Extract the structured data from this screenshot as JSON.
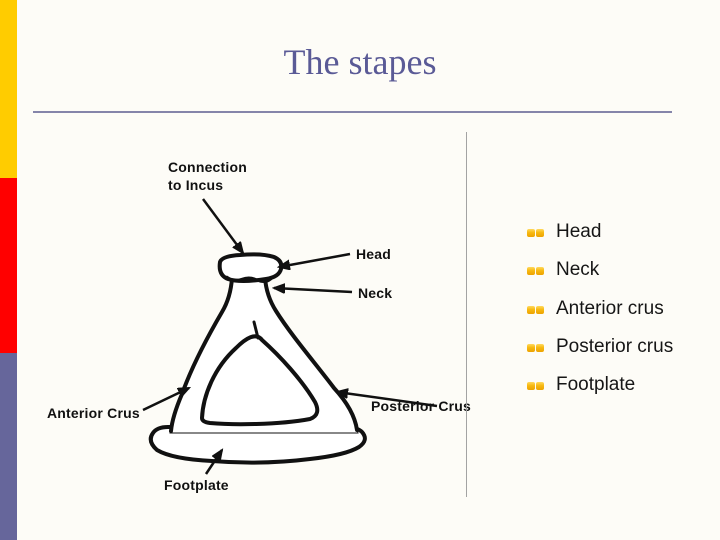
{
  "slide": {
    "title": "The stapes",
    "colors": {
      "title_text": "#5A5A96",
      "title_rule": "#8585AA",
      "accent_yellow": "#FFCC00",
      "accent_red": "#FF0000",
      "accent_slate": "#66669B",
      "bullet_gold": "#F7B911",
      "diagram_ink": "#111111",
      "background": "#FDFCF7"
    },
    "diagram": {
      "labels": {
        "connection_line1": "Connection",
        "connection_line2": "to Incus",
        "head": "Head",
        "neck": "Neck",
        "anterior": "Anterior Crus",
        "posterior": "Posterior Crus",
        "footplate": "Footplate"
      }
    },
    "bullets": {
      "items": [
        {
          "label": "Head"
        },
        {
          "label": "Neck"
        },
        {
          "label": "Anterior crus"
        },
        {
          "label": "Posterior crus"
        },
        {
          "label": "Footplate"
        }
      ]
    }
  }
}
